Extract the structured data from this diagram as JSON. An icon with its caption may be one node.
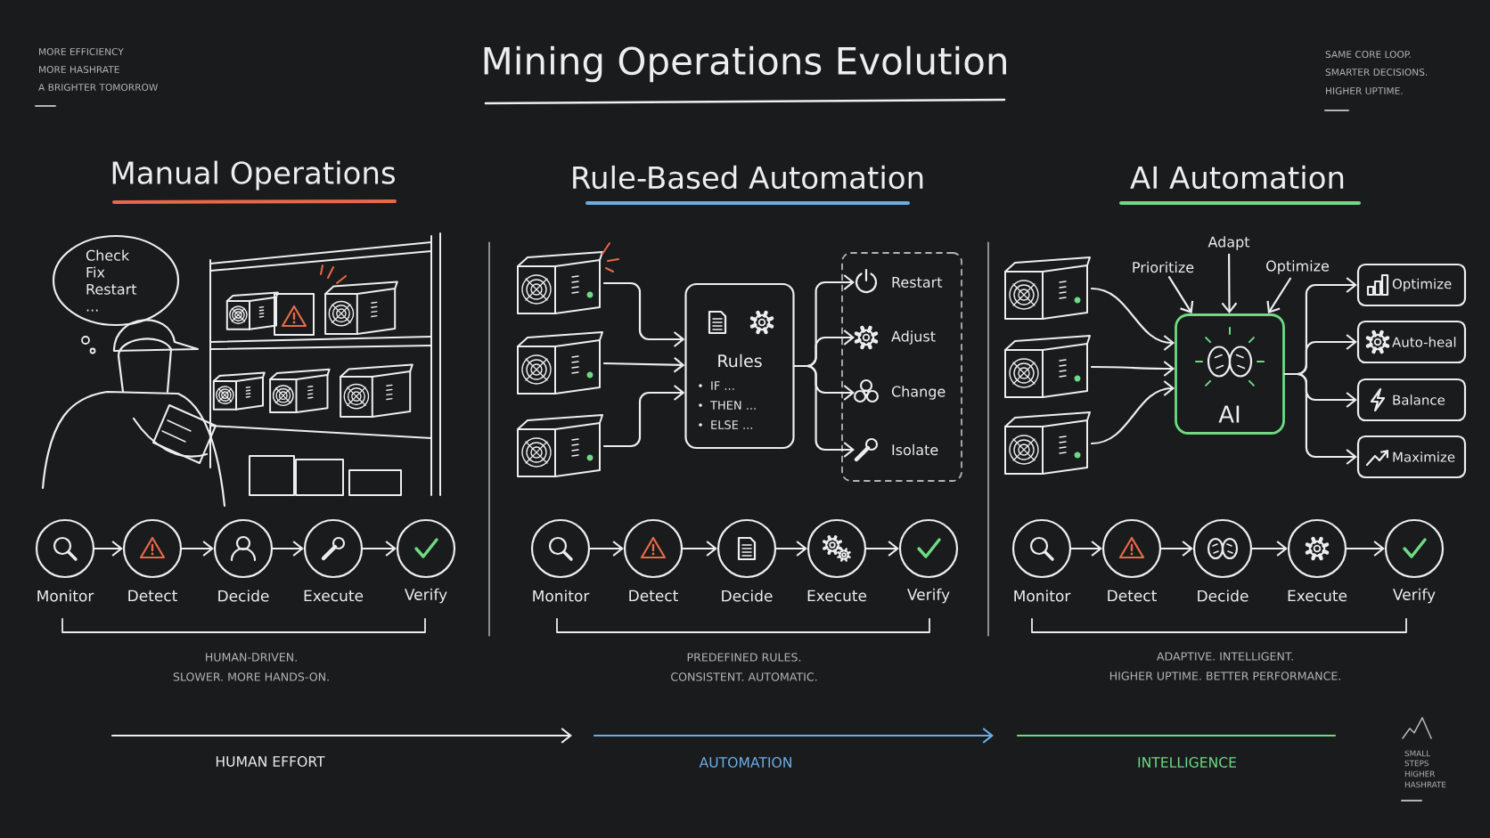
{
  "diagram": {
    "title": "Mining Operations Evolution",
    "nodes": [
      {
        "text": [
          "Check Fix Restart ..."
        ]
      },
      {
        "text": [
          "Monitor"
        ]
      },
      {
        "text": [
          "Detect"
        ]
      },
      {
        "text": [
          "Decide"
        ]
      },
      {
        "text": [
          "Execute"
        ]
      },
      {
        "text": [
          "Verify"
        ]
      },
      {
        "text": [],
        "shape": "picture"
      },
      {
        "text": [],
        "shape": "picture"
      },
      {
        "text": [],
        "shape": "picture"
      },
      {
        "text": [
          "Rules",
          "IF ...",
          "THEN ...",
          "ELSE ..."
        ]
      },
      {
        "text": [],
        "shape": "box"
      },
      {
        "text": [
          "Restart"
        ],
        "in": 10
      },
      {
        "text": [
          "Adjust"
        ],
        "in": 10
      },
      {
        "text": [
          "Change"
        ],
        "in": 10
      },
      {
        "text": [
          "Isolate"
        ],
        "in": 10
      },
      {
        "text": [
          "Monitor"
        ]
      },
      {
        "text": [
          "Detect"
        ]
      },
      {
        "text": [
          "Decide"
        ]
      },
      {
        "text": [
          "Execute"
        ]
      },
      {
        "text": [
          "Verify"
        ]
      },
      {
        "text": [],
        "shape": "picture"
      },
      {
        "text": [],
        "shape": "picture"
      },
      {
        "text": [],
        "shape": "picture"
      },
      {
        "text": [
          "Prioritize"
        ]
      },
      {
        "text": [
          "Adapt"
        ]
      },
      {
        "text": [
          "Optimize"
        ]
      },
      {
        "text": [
          "AI"
        ]
      },
      {
        "text": [
          "Optimize"
        ]
      },
      {
        "text": [
          "Auto-heal"
        ]
      },
      {
        "text": [
          "Balance"
        ]
      },
      {
        "text": [
          "Maximize"
        ]
      },
      {
        "text": [
          "Monitor"
        ]
      },
      {
        "text": [
          "Detect"
        ]
      },
      {
        "text": [
          "Decide"
        ]
      },
      {
        "text": [
          "Execute"
        ]
      },
      {
        "text": [
          "Verify"
        ]
      }
    ],
    "edges": [
      {
        "from": 1,
        "to": 2,
        "arrow": "to"
      },
      {
        "from": 2,
        "to": 3,
        "arrow": "to"
      },
      {
        "from": 3,
        "to": 4,
        "arrow": "to"
      },
      {
        "from": 4,
        "to": 5,
        "arrow": "to"
      },
      {
        "from": 6,
        "to": 9,
        "arrow": "to"
      },
      {
        "from": 7,
        "to": 9,
        "arrow": "to"
      },
      {
        "from": 8,
        "to": 9,
        "arrow": "to"
      },
      {
        "from": 9,
        "to": 11,
        "arrow": "to"
      },
      {
        "from": 9,
        "to": 12,
        "arrow": "to"
      },
      {
        "from": 9,
        "to": 13,
        "arrow": "to"
      },
      {
        "from": 9,
        "to": 14,
        "arrow": "to"
      },
      {
        "from": 15,
        "to": 16,
        "arrow": "to"
      },
      {
        "from": 16,
        "to": 17,
        "arrow": "to"
      },
      {
        "from": 17,
        "to": 18,
        "arrow": "to"
      },
      {
        "from": 18,
        "to": 19,
        "arrow": "to"
      },
      {
        "from": 20,
        "to": 26,
        "arrow": "to"
      },
      {
        "from": 21,
        "to": 26,
        "arrow": "to"
      },
      {
        "from": 22,
        "to": 26,
        "arrow": "to"
      },
      {
        "from": 23,
        "to": 26,
        "arrow": "to"
      },
      {
        "from": 24,
        "to": 26,
        "arrow": "to"
      },
      {
        "from": 25,
        "to": 26,
        "arrow": "to"
      },
      {
        "from": 26,
        "to": 27,
        "arrow": "to"
      },
      {
        "from": 26,
        "to": 28,
        "arrow": "to"
      },
      {
        "from": 26,
        "to": 29,
        "arrow": "to"
      },
      {
        "from": 26,
        "to": 30,
        "arrow": "to"
      },
      {
        "from": 31,
        "to": 32,
        "arrow": "to"
      },
      {
        "from": 32,
        "to": 33,
        "arrow": "to"
      },
      {
        "from": 33,
        "to": 34,
        "arrow": "to"
      },
      {
        "from": 34,
        "to": 35,
        "arrow": "to"
      }
    ],
    "labels": [
      "MORE EFFICIENCY",
      "MORE HASHRATE",
      "A BRIGHTER TOMORROW",
      "SAME CORE LOOP.",
      "SMARTER DECISIONS.",
      "HIGHER UPTIME.",
      "Manual Operations",
      "Rule-Based Automation",
      "AI Automation",
      "HUMAN-DRIVEN.",
      "SLOWER. MORE HANDS-ON.",
      "PREDEFINED RULES.",
      "CONSISTENT. AUTOMATIC.",
      "ADAPTIVE. INTELLIGENT.",
      "HIGHER UPTIME. BETTER PERFORMANCE.",
      "HUMAN EFFORT",
      "AUTOMATION",
      "INTELLIGENCE",
      "SMALL",
      "STEPS",
      "HIGHER",
      "HASHRATE"
    ]
  }
}
